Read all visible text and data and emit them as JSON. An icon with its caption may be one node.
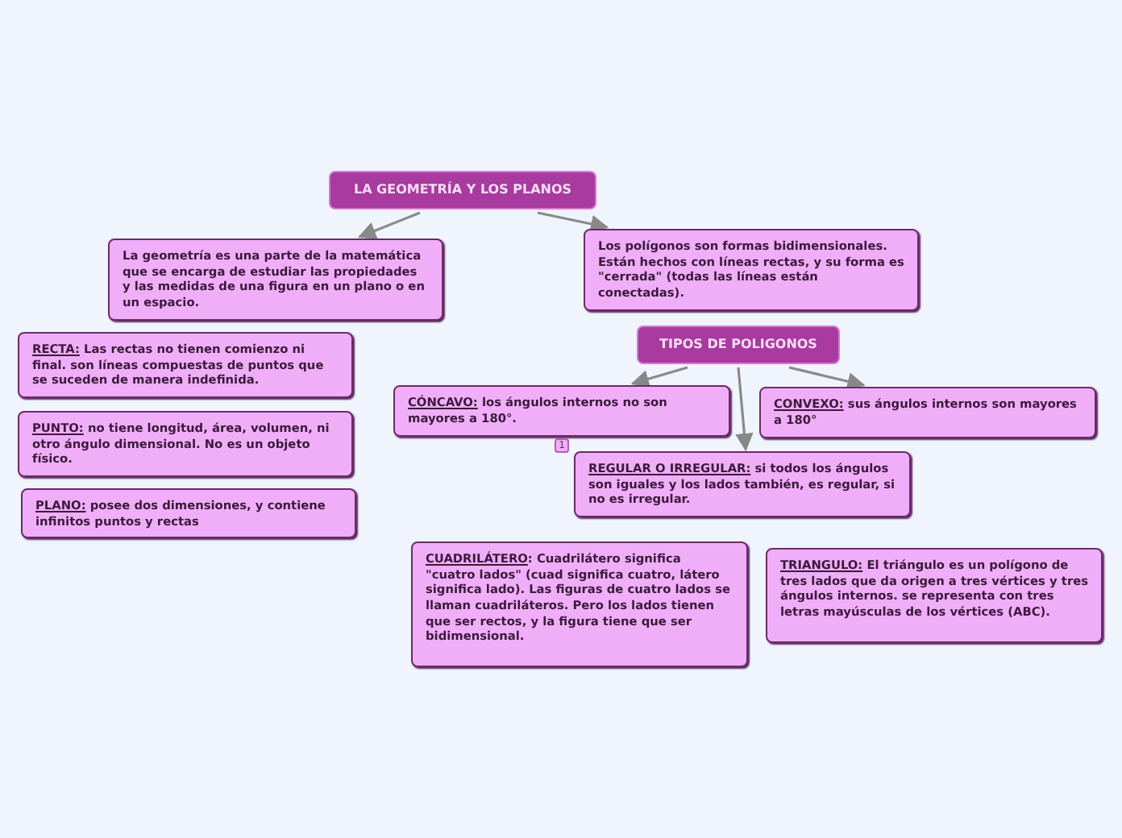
{
  "diagram": {
    "nodes": [
      {
        "text": [
          "LA GEOMETRÍA Y LOS PLANOS"
        ]
      },
      {
        "text": [
          "La geometría es una parte de la matemática que se encarga de estudiar las propiedades y las medidas de una figura en un plano o en un espacio."
        ]
      },
      {
        "text": [
          "Los polígonos son formas bidimensionales. Están hechos con líneas rectas, y su forma es \"cerrada\" (todas las líneas están conectadas)."
        ]
      },
      {
        "text": [
          "RECTA:",
          "Las rectas no tienen comienzo ni final. son líneas compuestas de puntos que se suceden de manera indefinida."
        ]
      },
      {
        "text": [
          "PUNTO:",
          "no tiene longitud, área, volumen, ni otro ángulo dimensional. No es un objeto físico."
        ]
      },
      {
        "text": [
          "PLANO:",
          "posee dos dimensiones, y contiene infinitos puntos y rectas"
        ]
      },
      {
        "text": [
          "TIPOS DE POLIGONOS"
        ]
      },
      {
        "text": [
          "CÓNCAVO:",
          "los ángulos internos no son mayores a 180°."
        ]
      },
      {
        "text": [
          "CONVEXO:",
          "sus ángulos internos son mayores a 180°"
        ]
      },
      {
        "text": [
          "REGULAR O IRREGULAR:",
          "si todos los ángulos son iguales y los lados también, es regular, si no es irregular."
        ]
      },
      {
        "text": [
          "CUADRILÁTERO",
          ": Cuadrilátero significa \"cuatro lados\" (cuad significa cuatro, látero significa lado). Las figuras de cuatro lados se llaman cuadriláteros. Pero los lados tienen que ser rectos, y la figura tiene que ser bidimensional."
        ]
      },
      {
        "text": [
          "TRIANGULO:",
          "El triángulo es un polígono de tres lados que da origen a tres vértices y tres ángulos internos. se representa con tres letras mayúsculas de los vértices (ABC)."
        ]
      }
    ],
    "edges": [
      {
        "from": 0,
        "to": 1,
        "arrow": "to"
      },
      {
        "from": 0,
        "to": 2,
        "arrow": "to"
      },
      {
        "from": 6,
        "to": 7,
        "arrow": "to"
      },
      {
        "from": 6,
        "to": 9,
        "arrow": "to"
      },
      {
        "from": 6,
        "to": 8,
        "arrow": "to"
      }
    ],
    "labels": [
      "1"
    ]
  }
}
